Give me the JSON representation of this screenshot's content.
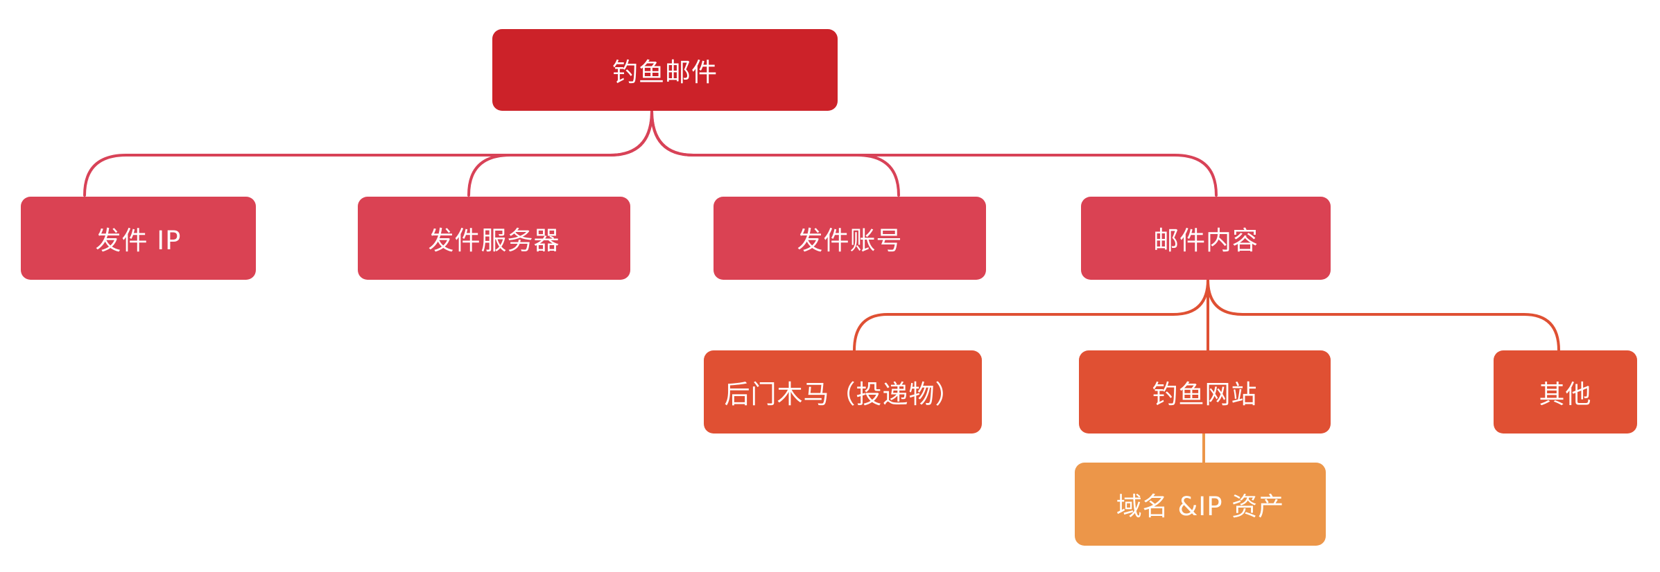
{
  "colors": {
    "root": "#cc2229",
    "level1": "#da4253",
    "level2": "#e05033",
    "level3": "#ec9649",
    "connector_level1": "#d84257",
    "connector_level2": "#df5033",
    "connector_level3": "#ec9649"
  },
  "root": {
    "label": "钓鱼邮件"
  },
  "level1": [
    {
      "label": "发件 IP"
    },
    {
      "label": "发件服务器"
    },
    {
      "label": "发件账号"
    },
    {
      "label": "邮件内容"
    }
  ],
  "level2": [
    {
      "label": "后门木马（投递物）"
    },
    {
      "label": "钓鱼网站"
    },
    {
      "label": "其他"
    }
  ],
  "level3": [
    {
      "label": "域名 &IP 资产"
    }
  ]
}
